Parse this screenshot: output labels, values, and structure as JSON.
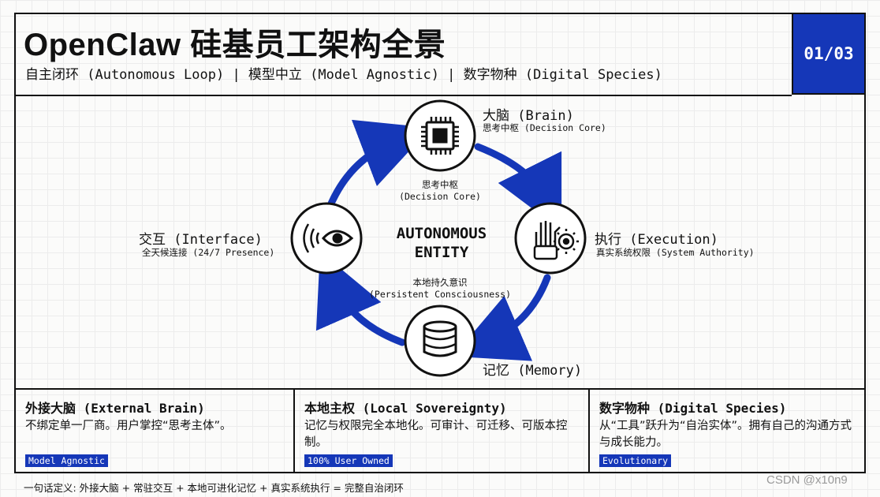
{
  "header": {
    "title": "OpenClaw 硅基员工架构全景",
    "subtitle": "自主闭环 (Autonomous Loop) | 模型中立 (Model Agnostic) | 数字物种 (Digital Species)",
    "page_badge": "01/03"
  },
  "diagram": {
    "center_title_line1": "AUTONOMOUS",
    "center_title_line2": "ENTITY",
    "brain": {
      "label": "大脑  (Brain)",
      "sublabel": "思考中枢 (Decision Core)",
      "inner_label": "思考中枢",
      "inner_sublabel": "(Decision Core)",
      "icon": "cpu-chip-icon"
    },
    "execution": {
      "label": "执行  (Execution)",
      "sublabel": "真实系统权限 (System Authority)",
      "icon": "robot-hand-gear-icon"
    },
    "memory": {
      "label": "记忆  (Memory)",
      "inner_label": "本地持久意识",
      "inner_sublabel": "(Persistent Consciousness)",
      "icon": "database-icon"
    },
    "interface": {
      "label": "交互  (Interface)",
      "sublabel": "全天候连接 (24/7 Presence)",
      "icon": "eye-waves-icon"
    },
    "colors": {
      "accent": "#1537b8",
      "ink": "#111111"
    }
  },
  "cards": [
    {
      "title": "外接大脑 (External Brain)",
      "body": "不绑定单一厂商。用户掌控“思考主体”。",
      "tag": "Model Agnostic"
    },
    {
      "title": "本地主权 (Local Sovereignty)",
      "body": "记忆与权限完全本地化。可审计、可迁移、可版本控制。",
      "tag": "100% User Owned"
    },
    {
      "title": "数字物种 (Digital Species)",
      "body": "从“工具”跃升为“自治实体”。拥有自己的沟通方式与成长能力。",
      "tag": "Evolutionary"
    }
  ],
  "footer": "一句话定义: 外接大脑 + 常驻交互 + 本地可进化记忆 + 真实系统执行 = 完整自治闭环",
  "watermark": "CSDN @x10n9"
}
